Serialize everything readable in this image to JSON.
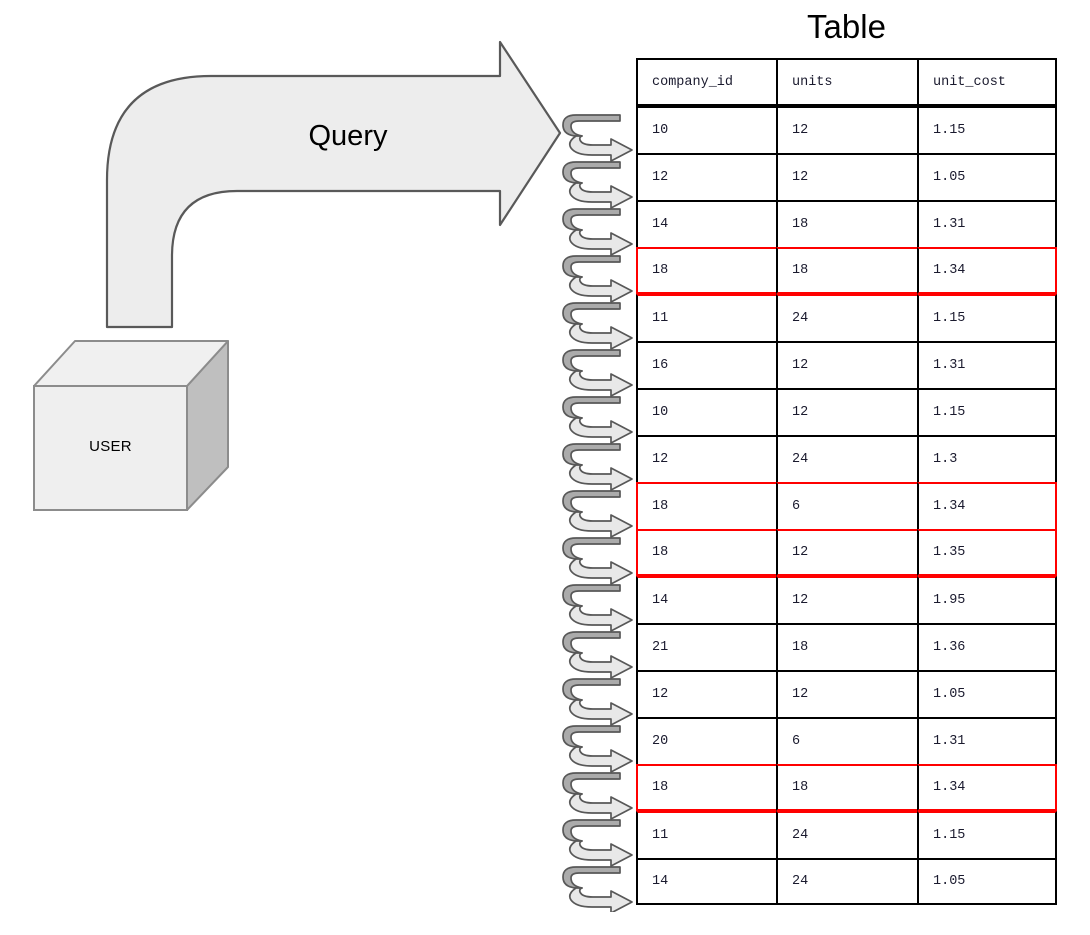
{
  "diagram": {
    "title": "Table",
    "arrow_label": "Query",
    "source_node_label": "USER",
    "coil_loop_count": 17,
    "colors": {
      "shape_fill": "#EDEDED",
      "shape_stroke": "#595959",
      "cube_top_fill": "#F0F0F0",
      "cube_side_fill": "#BFBFBF",
      "coil_band_dark": "#ABABAB",
      "coil_band_light": "#E8E8E8",
      "coil_stroke": "#585858",
      "table_border": "#000000",
      "highlight_border": "#FF0000",
      "text": "#000000"
    }
  },
  "table": {
    "title": "Table",
    "columns": [
      "company_id",
      "units",
      "unit_cost"
    ],
    "rows": [
      {
        "company_id": "10",
        "units": "12",
        "unit_cost": "1.15",
        "highlighted": false
      },
      {
        "company_id": "12",
        "units": "12",
        "unit_cost": "1.05",
        "highlighted": false
      },
      {
        "company_id": "14",
        "units": "18",
        "unit_cost": "1.31",
        "highlighted": false
      },
      {
        "company_id": "18",
        "units": "18",
        "unit_cost": "1.34",
        "highlighted": true
      },
      {
        "company_id": "11",
        "units": "24",
        "unit_cost": "1.15",
        "highlighted": false
      },
      {
        "company_id": "16",
        "units": "12",
        "unit_cost": "1.31",
        "highlighted": false
      },
      {
        "company_id": "10",
        "units": "12",
        "unit_cost": "1.15",
        "highlighted": false
      },
      {
        "company_id": "12",
        "units": "24",
        "unit_cost": "1.3",
        "highlighted": false
      },
      {
        "company_id": "18",
        "units": "6",
        "unit_cost": "1.34",
        "highlighted": true
      },
      {
        "company_id": "18",
        "units": "12",
        "unit_cost": "1.35",
        "highlighted": true
      },
      {
        "company_id": "14",
        "units": "12",
        "unit_cost": "1.95",
        "highlighted": false
      },
      {
        "company_id": "21",
        "units": "18",
        "unit_cost": "1.36",
        "highlighted": false
      },
      {
        "company_id": "12",
        "units": "12",
        "unit_cost": "1.05",
        "highlighted": false
      },
      {
        "company_id": "20",
        "units": "6",
        "unit_cost": "1.31",
        "highlighted": false
      },
      {
        "company_id": "18",
        "units": "18",
        "unit_cost": "1.34",
        "highlighted": true
      },
      {
        "company_id": "11",
        "units": "24",
        "unit_cost": "1.15",
        "highlighted": false
      },
      {
        "company_id": "14",
        "units": "24",
        "unit_cost": "1.05",
        "highlighted": false
      }
    ]
  }
}
